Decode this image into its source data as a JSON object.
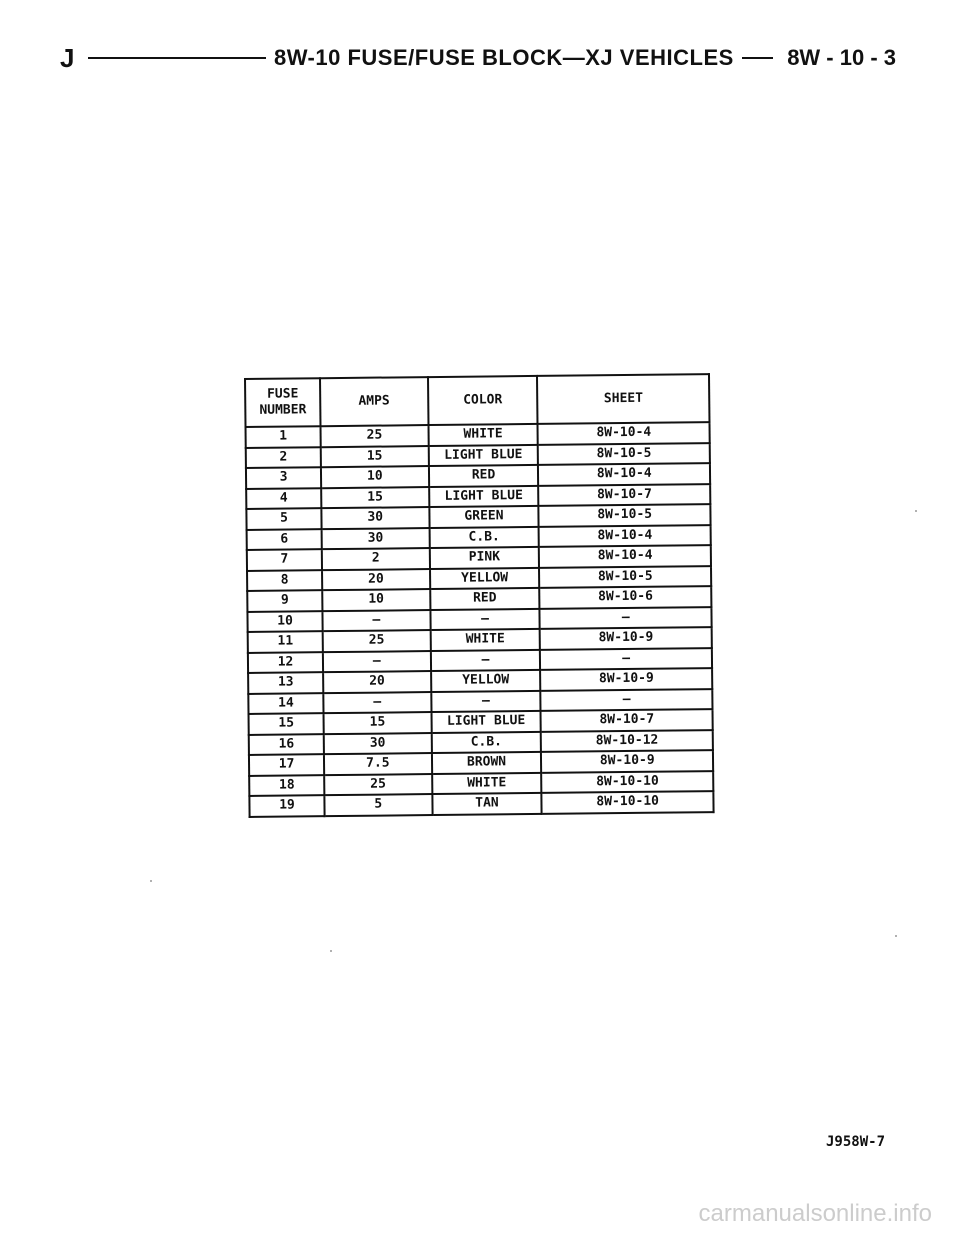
{
  "header": {
    "left_mark": "J",
    "title": "8W-10 FUSE/FUSE BLOCK—XJ VEHICLES",
    "page": "8W - 10 - 3"
  },
  "table": {
    "columns": {
      "fuse_number_line1": "FUSE",
      "fuse_number_line2": "NUMBER",
      "amps": "AMPS",
      "color": "COLOR",
      "sheet": "SHEET"
    },
    "rows": [
      {
        "fuse": "1",
        "amps": "25",
        "color": "WHITE",
        "sheet": "8W-10-4"
      },
      {
        "fuse": "2",
        "amps": "15",
        "color": "LIGHT BLUE",
        "sheet": "8W-10-5"
      },
      {
        "fuse": "3",
        "amps": "10",
        "color": "RED",
        "sheet": "8W-10-4"
      },
      {
        "fuse": "4",
        "amps": "15",
        "color": "LIGHT BLUE",
        "sheet": "8W-10-7"
      },
      {
        "fuse": "5",
        "amps": "30",
        "color": "GREEN",
        "sheet": "8W-10-5"
      },
      {
        "fuse": "6",
        "amps": "30",
        "color": "C.B.",
        "sheet": "8W-10-4"
      },
      {
        "fuse": "7",
        "amps": "2",
        "color": "PINK",
        "sheet": "8W-10-4"
      },
      {
        "fuse": "8",
        "amps": "20",
        "color": "YELLOW",
        "sheet": "8W-10-5"
      },
      {
        "fuse": "9",
        "amps": "10",
        "color": "RED",
        "sheet": "8W-10-6"
      },
      {
        "fuse": "10",
        "amps": "—",
        "color": "—",
        "sheet": "—"
      },
      {
        "fuse": "11",
        "amps": "25",
        "color": "WHITE",
        "sheet": "8W-10-9"
      },
      {
        "fuse": "12",
        "amps": "—",
        "color": "—",
        "sheet": "—"
      },
      {
        "fuse": "13",
        "amps": "20",
        "color": "YELLOW",
        "sheet": "8W-10-9"
      },
      {
        "fuse": "14",
        "amps": "—",
        "color": "—",
        "sheet": "—"
      },
      {
        "fuse": "15",
        "amps": "15",
        "color": "LIGHT BLUE",
        "sheet": "8W-10-7"
      },
      {
        "fuse": "16",
        "amps": "30",
        "color": "C.B.",
        "sheet": "8W-10-12"
      },
      {
        "fuse": "17",
        "amps": "7.5",
        "color": "BROWN",
        "sheet": "8W-10-9"
      },
      {
        "fuse": "18",
        "amps": "25",
        "color": "WHITE",
        "sheet": "8W-10-10"
      },
      {
        "fuse": "19",
        "amps": "5",
        "color": "TAN",
        "sheet": "8W-10-10"
      }
    ]
  },
  "figure_id": "J958W-7",
  "footer_watermark": "carmanualsonline.info"
}
